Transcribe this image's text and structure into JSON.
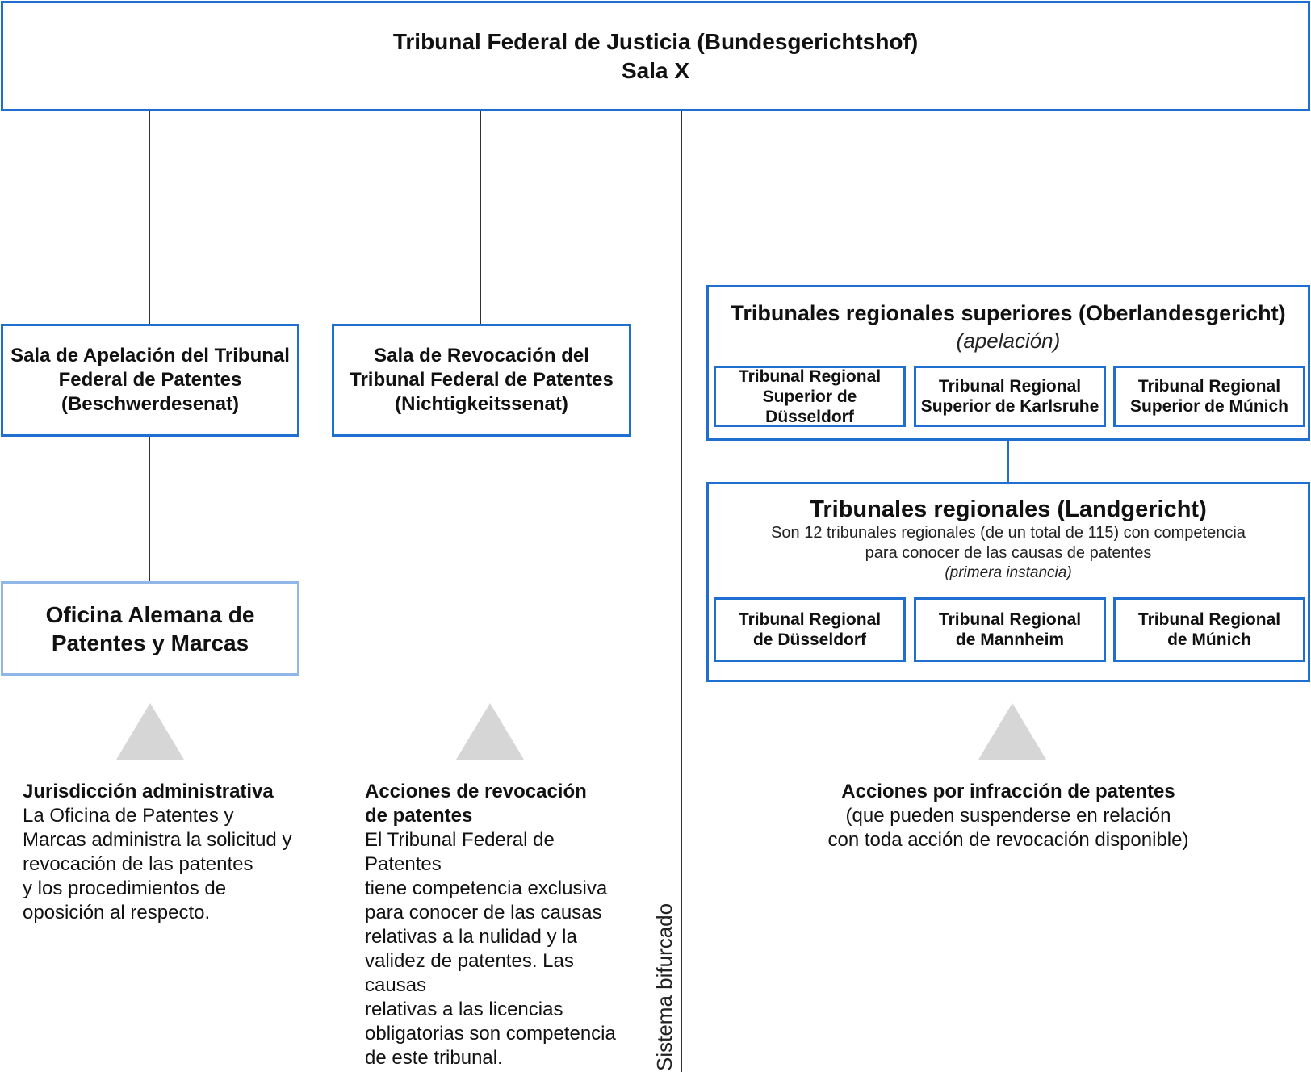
{
  "top": {
    "line1": "Tribunal Federal de Justicia (Bundesgerichtshof)",
    "line2": "Sala X"
  },
  "appeal_senate": {
    "line1": "Sala de Apelación del Tribunal",
    "line2": "Federal de Patentes",
    "line3": "(Beschwerdesenat)"
  },
  "nullity_senate": {
    "line1": "Sala de Revocación del",
    "line2": "Tribunal Federal de Patentes",
    "line3": "(Nichtigkeitssenat)"
  },
  "patent_office": {
    "line1": "Oficina Alemana de",
    "line2": "Patentes y Marcas"
  },
  "higher_courts": {
    "title": "Tribunales regionales superiores (Oberlandesgericht)",
    "subtitle": "(apelación)",
    "courts": [
      {
        "line1": "Tribunal Regional",
        "line2": "Superior de Düsseldorf"
      },
      {
        "line1": "Tribunal Regional",
        "line2": "Superior de Karlsruhe"
      },
      {
        "line1": "Tribunal Regional",
        "line2": "Superior de Múnich"
      }
    ]
  },
  "regional_courts": {
    "title": "Tribunales regionales (Landgericht)",
    "desc1": "Son 12 tribunales regionales (de un total de 115) con competencia",
    "desc2": "para conocer de las causas de patentes",
    "note": "(primera instancia)",
    "courts": [
      {
        "line1": "Tribunal Regional",
        "line2": "de Düsseldorf"
      },
      {
        "line1": "Tribunal Regional",
        "line2": "de Mannheim"
      },
      {
        "line1": "Tribunal Regional",
        "line2": "de Múnich"
      }
    ]
  },
  "admin": {
    "title": "Jurisdicción administrativa",
    "lines": [
      "La Oficina de Patentes y",
      "Marcas administra la solicitud y",
      "revocación de las patentes",
      "y los procedimientos de",
      "oposición al respecto."
    ]
  },
  "revocation": {
    "title1": "Acciones de revocación",
    "title2": "de patentes",
    "lines": [
      "El Tribunal Federal de Patentes",
      "tiene competencia exclusiva",
      "para conocer de las causas",
      "relativas a la nulidad y la",
      "validez de patentes. Las causas",
      "relativas a las licencias",
      "obligatorias son competencia",
      "de este tribunal."
    ]
  },
  "infringement": {
    "title": "Acciones por infracción de patentes",
    "line1": "(que pueden suspenderse en relación",
    "line2": "con toda acción de revocación disponible)"
  },
  "divider_label": "Sistema bifurcado"
}
